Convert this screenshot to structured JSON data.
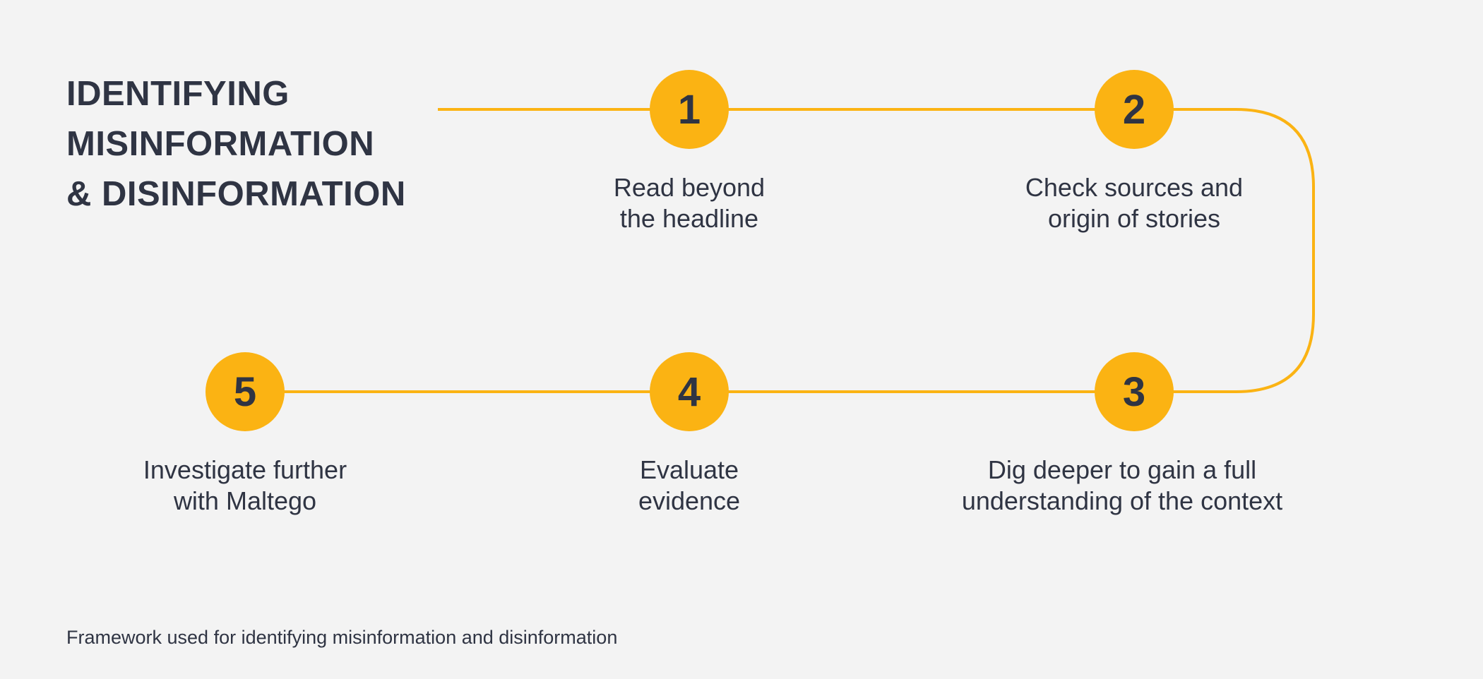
{
  "diagram": {
    "title_lines": [
      "IDENTIFYING",
      "MISINFORMATION",
      "& DISINFORMATION"
    ],
    "accent_color": "#fbb313",
    "text_color": "#2f3443",
    "background_color": "#f3f3f3",
    "steps": [
      {
        "number": "1",
        "label_lines": [
          "Read beyond",
          "the headline"
        ]
      },
      {
        "number": "2",
        "label_lines": [
          "Check sources and",
          "origin of stories"
        ]
      },
      {
        "number": "3",
        "label_lines": [
          "Dig deeper to gain a full",
          "understanding of the context"
        ]
      },
      {
        "number": "4",
        "label_lines": [
          "Evaluate",
          "evidence"
        ]
      },
      {
        "number": "5",
        "label_lines": [
          "Investigate further",
          "with Maltego"
        ]
      }
    ]
  },
  "caption": "Framework used for identifying misinformation and disinformation"
}
